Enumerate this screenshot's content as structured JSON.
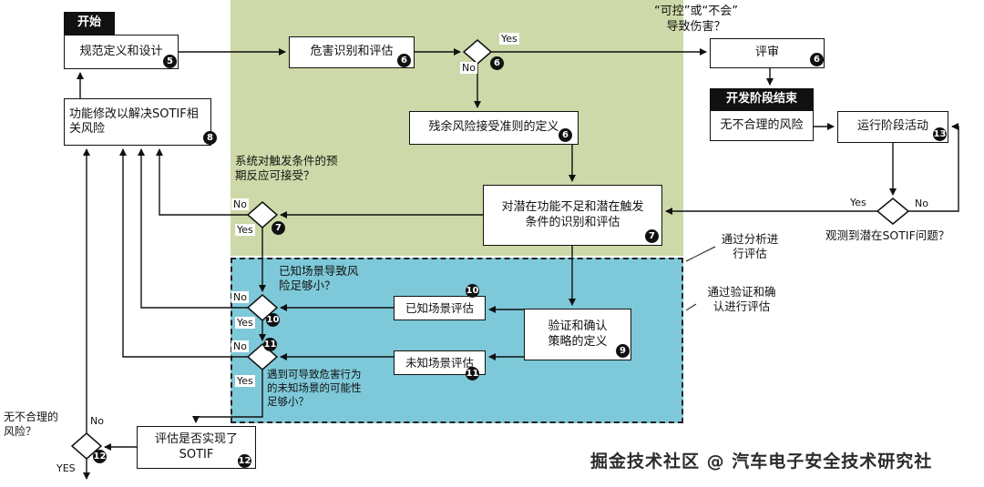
{
  "nodes": {
    "start": {
      "label": "开始"
    },
    "spec": {
      "label": "规范定义和设计",
      "badge": "5"
    },
    "func_mod": {
      "label": "功能修改以解决SOTIF相\n关风险",
      "badge": "8"
    },
    "hazard": {
      "label": "危害识别和评估",
      "badge": "6"
    },
    "residual": {
      "label": "残余风险接受准则的定义",
      "badge": "6"
    },
    "potential": {
      "label": "对潜在功能不足和潜在触发\n条件的识别和评估",
      "badge": "7"
    },
    "review": {
      "label": "评审",
      "badge": "6"
    },
    "dev_end": {
      "label": "开发阶段结束"
    },
    "no_unreasonable": {
      "label": "无不合理的风险"
    },
    "operation": {
      "label": "运行阶段活动",
      "badge": "13"
    },
    "known_eval": {
      "label": "已知场景评估",
      "badge": "10"
    },
    "vv_strategy": {
      "label": "验证和确认\n策略的定义",
      "badge": "9"
    },
    "unknown_eval": {
      "label": "未知场景评估",
      "badge": "11"
    },
    "sotif_eval": {
      "label": "评估是否实现了\nSOTIF",
      "badge": "12"
    }
  },
  "decisions": {
    "harm": {
      "question": "“可控”或“不会”\n导致伤害？",
      "yes": "Yes",
      "no": "No",
      "badge": "6"
    },
    "response": {
      "question": "系统对触发条件的预\n期反应可接受？",
      "yes": "Yes",
      "no": "No",
      "badge": "7"
    },
    "known": {
      "question": "已知场景导致风\n险足够小？",
      "yes": "Yes",
      "no": "No",
      "badge": "10"
    },
    "unknown": {
      "question": "遇到可导致危害行为\n的未知场景的可能性\n足够小？",
      "yes": "Yes",
      "no": "No",
      "badge": "11"
    },
    "release": {
      "question": "无不合理的\n风险？",
      "yes": "YES",
      "no": "No",
      "badge": "12"
    },
    "observed": {
      "question": "观测到潜在SOTIF问题？",
      "yes": "Yes",
      "no": "No"
    }
  },
  "annotations": {
    "analysis": "通过分析进\n行评估",
    "vv": "通过验证和确\n认进行评估"
  },
  "watermark": "掘金技术社区 @ 汽车电子安全技术研究社",
  "colors": {
    "analysis_region": "#cdd9a8",
    "vv_region": "#7ec9d9"
  }
}
